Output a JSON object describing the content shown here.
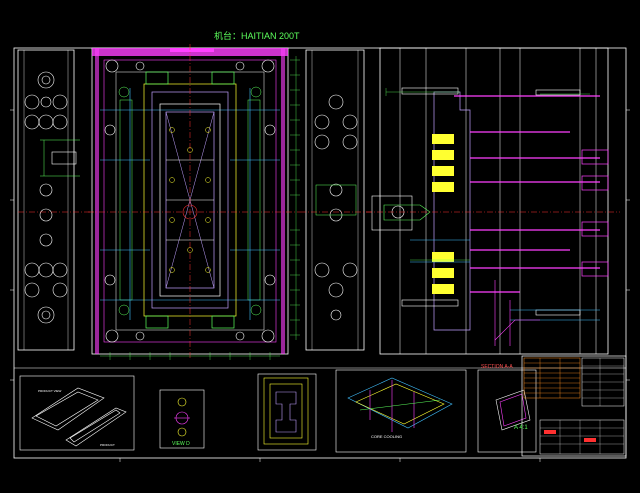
{
  "drawing": {
    "machine_title": "机台：HAITIAN 200T",
    "section_label": "SECTION A-A",
    "view_label": "VIEW D",
    "cooling_label": "CORE COOLING",
    "scale_label": "A  4:1",
    "product_label_1": "PRODUCT VIEW",
    "product_label_2": "PRODUCT"
  },
  "colors": {
    "background": "#000000",
    "outline": "#ffffff",
    "dimension": "#5cff5c",
    "center_line": "#ff3030",
    "insert": "#ff40ff",
    "cooling": "#40c0ff",
    "ejector": "#ffff30",
    "cavity": "#c0a0ff"
  }
}
